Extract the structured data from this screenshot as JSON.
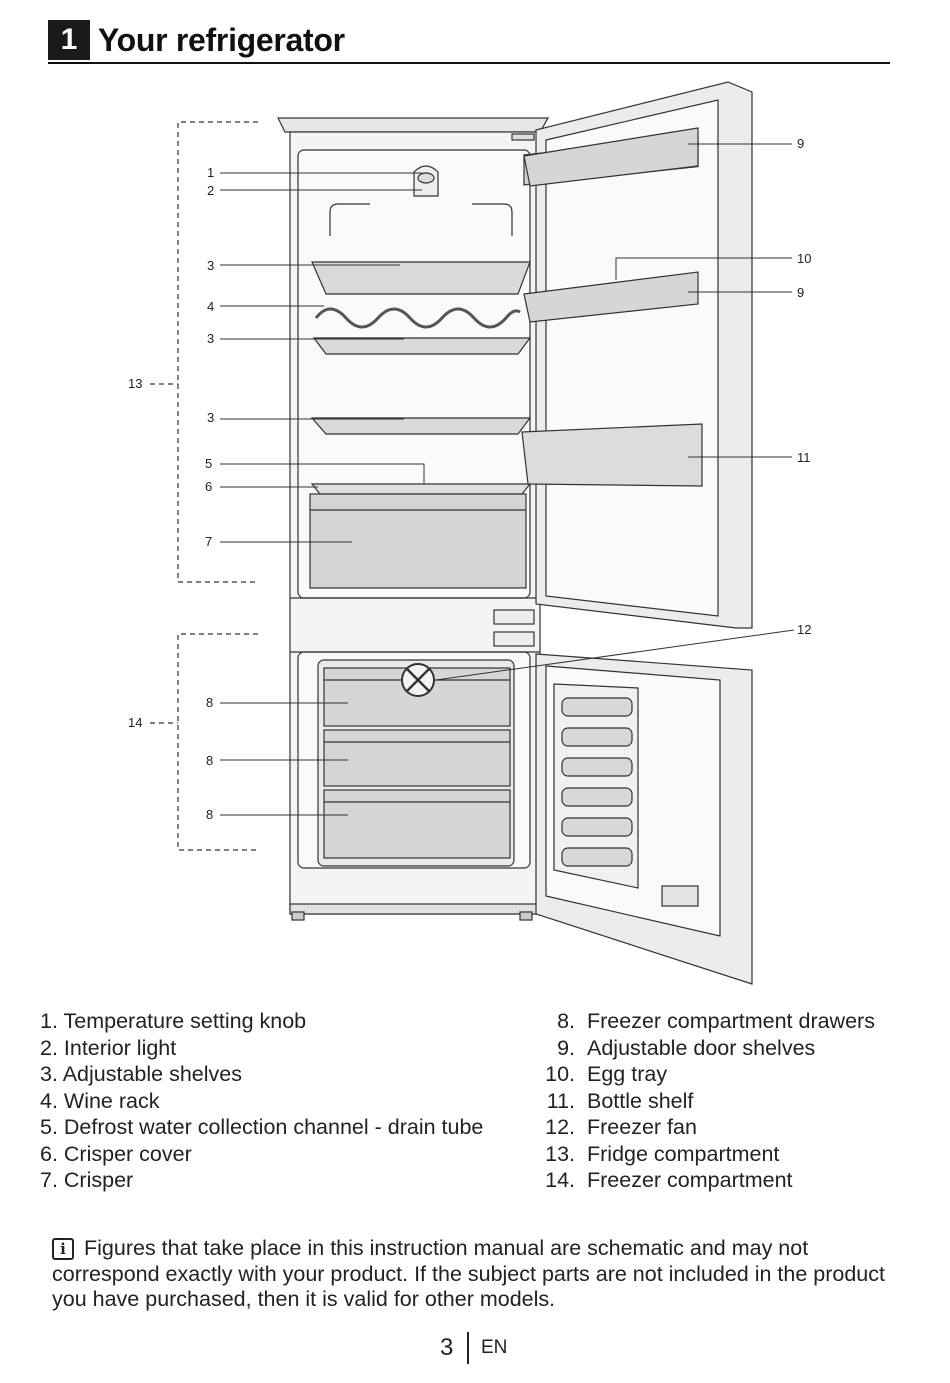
{
  "header": {
    "chapter_number": "1",
    "title": "Your refrigerator"
  },
  "diagram": {
    "callouts": [
      "1",
      "2",
      "3",
      "4",
      "3",
      "3",
      "5",
      "6",
      "7",
      "8",
      "8",
      "8",
      "9",
      "10",
      "9",
      "11",
      "12",
      "13",
      "14"
    ]
  },
  "legend": {
    "left": [
      "1. Temperature setting knob",
      "2. Interior light",
      "3. Adjustable shelves",
      "4. Wine rack",
      "5. Defrost water collection channel - drain tube",
      "6. Crisper cover",
      "7. Crisper"
    ],
    "right": [
      {
        "num": "8.",
        "label": "Freezer compartment drawers"
      },
      {
        "num": "9.",
        "label": "Adjustable door shelves"
      },
      {
        "num": "10.",
        "label": "Egg tray"
      },
      {
        "num": "11.",
        "label": "Bottle shelf"
      },
      {
        "num": "12.",
        "label": "Freezer fan"
      },
      {
        "num": "13.",
        "label": "Fridge compartment"
      },
      {
        "num": "14.",
        "label": "Freezer compartment"
      }
    ]
  },
  "note": {
    "icon": "info-icon",
    "text": "Figures that take place in this instruction manual are schematic and may not correspond exactly with your product. If the subject parts are not included in the product you have purchased, then it is valid for other models."
  },
  "footer": {
    "page": "3",
    "language": "EN"
  }
}
